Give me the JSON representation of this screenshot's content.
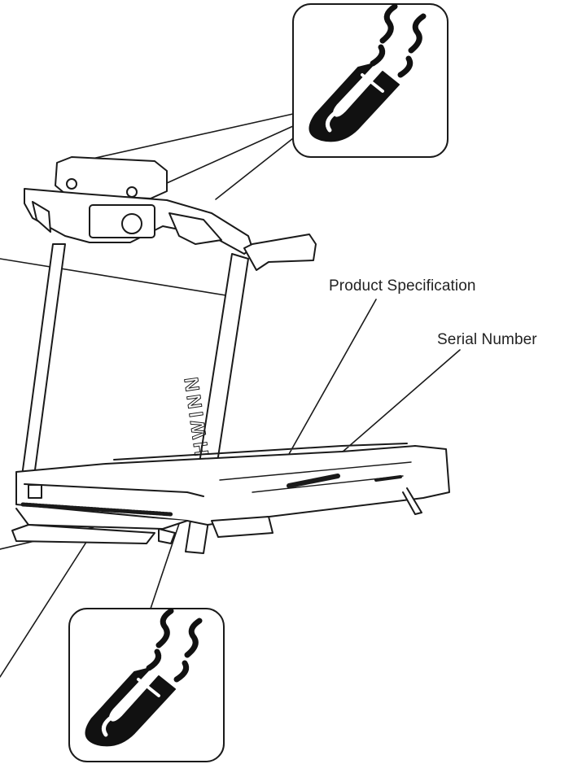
{
  "labels": {
    "product_specification": "Product Specification",
    "serial_number": "Serial Number"
  },
  "brand": {
    "logo_text": "SCHWINN"
  },
  "icons": {
    "callout_top": "magnet-icon",
    "callout_bottom": "magnet-icon"
  },
  "colors": {
    "line": "#1a1a1a",
    "background": "#ffffff"
  }
}
